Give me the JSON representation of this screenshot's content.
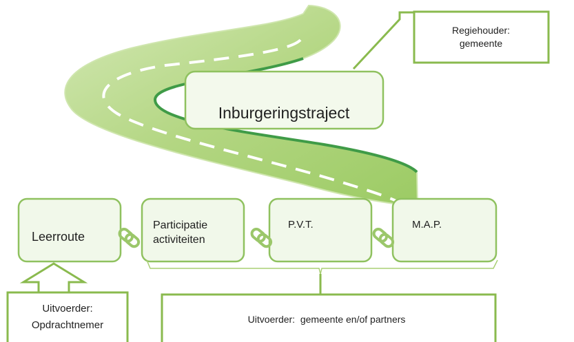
{
  "diagram": {
    "main_label": "Inburgeringstraject",
    "regie_label": [
      "Regiehouder:",
      "gemeente"
    ],
    "components": [
      {
        "id": "leerroute",
        "lines": [
          "Leerroute"
        ]
      },
      {
        "id": "participatie",
        "lines": [
          "Participatie",
          "activiteiten"
        ]
      },
      {
        "id": "pvt",
        "lines": [
          "P.V.T."
        ]
      },
      {
        "id": "map",
        "lines": [
          "M.A.P."
        ]
      }
    ],
    "uitvoerder_opdrachtnemer": [
      "Uitvoerder:",
      "Opdrachtnemer"
    ],
    "uitvoerder_gemeente": "Uitvoerder:  gemeente en/of partners"
  },
  "colors": {
    "road": "#a8cf74",
    "road_light": "#c9e3a5",
    "road_dark": "#3f9b47",
    "box_border": "#8fc15f",
    "box_fill": "#f1f8ea",
    "callout_border": "#8aba4e",
    "chain": "#9bc76a"
  },
  "icons": [
    "chain-link-icon"
  ]
}
